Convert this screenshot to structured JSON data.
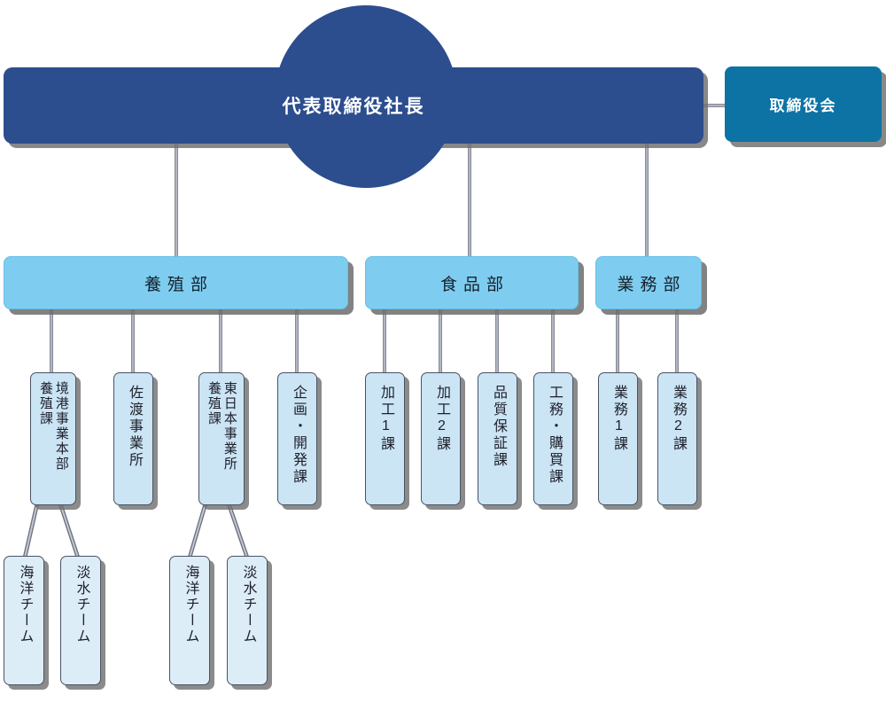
{
  "colors": {
    "navy": "#2c4d8e",
    "teal": "#0d73a4",
    "dept_fill": "#7ecdf0",
    "section_fill": "#cbe5f5",
    "team_fill": "#dcedf8",
    "connector": "#8b8ea1",
    "shadow": "#6e6e6e"
  },
  "org": {
    "president": {
      "label": "代表取締役社長"
    },
    "board": {
      "label": "取締役会"
    },
    "departments": [
      {
        "label": "養殖部",
        "sections": [
          {
            "main": "境港事業本部",
            "sub": "養殖課",
            "teams": [
              {
                "label": "海洋チーム"
              },
              {
                "label": "淡水チーム"
              }
            ]
          },
          {
            "main": "佐渡事業所"
          },
          {
            "main": "東日本事業所",
            "sub": "養殖課",
            "teams": [
              {
                "label": "海洋チーム"
              },
              {
                "label": "淡水チーム"
              }
            ]
          },
          {
            "main": "企画・開発課"
          }
        ]
      },
      {
        "label": "食品部",
        "sections": [
          {
            "main": "加工1課"
          },
          {
            "main": "加工2課"
          },
          {
            "main": "品質保証課"
          },
          {
            "main": "工務・購買課"
          }
        ]
      },
      {
        "label": "業務部",
        "sections": [
          {
            "main": "業務1課"
          },
          {
            "main": "業務2課"
          }
        ]
      }
    ]
  }
}
